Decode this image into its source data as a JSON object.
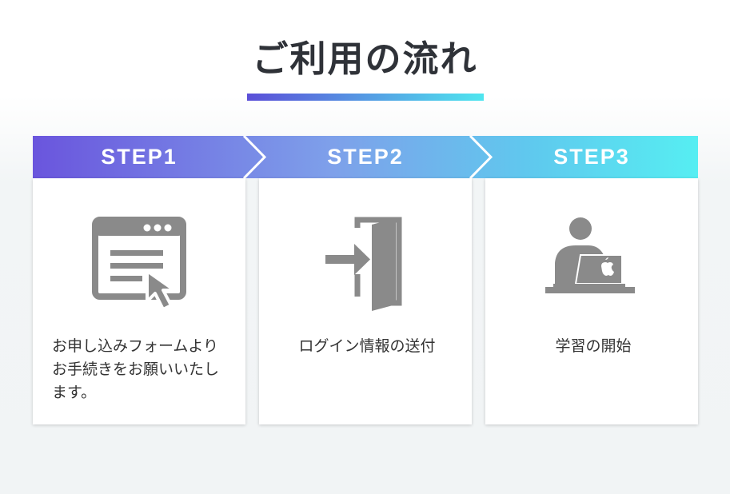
{
  "header": {
    "title": "ご利用の流れ"
  },
  "colors": {
    "accent_start": "#5b4fd8",
    "accent_end": "#4fe6ef",
    "icon_gray": "#8a8a8a"
  },
  "steps": [
    {
      "label": "STEP1",
      "icon": "web-form-icon",
      "description": "お申し込みフォームよりお手続きをお願いいたします。"
    },
    {
      "label": "STEP2",
      "icon": "door-enter-icon",
      "description": "ログイン情報の送付"
    },
    {
      "label": "STEP3",
      "icon": "person-laptop-icon",
      "description": "学習の開始"
    }
  ]
}
